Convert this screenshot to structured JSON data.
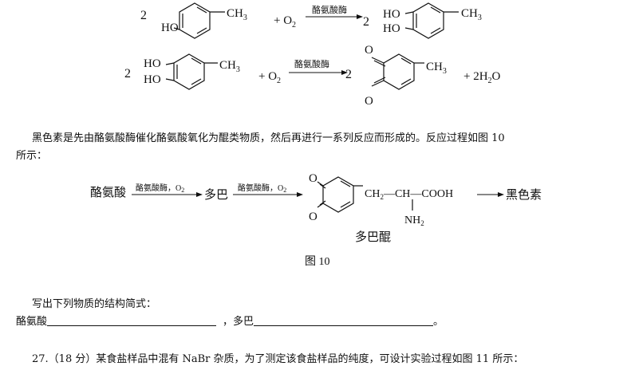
{
  "eq1": {
    "coef_left": "2",
    "ho": "HO",
    "ch3": "CH",
    "sub3": "3",
    "plus_o2": "+ O",
    "sub2": "2",
    "enzyme": "酪氨酸酶",
    "coef_right": "2",
    "ho1": "HO",
    "ho2": "HO",
    "ch3_r": "CH",
    "sub3_r": "3"
  },
  "eq2": {
    "coef_left": "2",
    "ho1": "HO",
    "ho2": "HO",
    "ch3": "CH",
    "sub3": "3",
    "plus_o2": "+ O",
    "sub2": "2",
    "enzyme": "酪氨酸酶",
    "coef_right": "2",
    "o1": "O",
    "o2": "O",
    "ch3_r": "CH",
    "sub3_r": "3",
    "plus_water": "+ 2H",
    "sub_h2": "2",
    "water_o": "O"
  },
  "paragraph": {
    "line1": "黑色素是先由酪氨酸酶催化酪氨酸氧化为醌类物质，然后再进行一系列反应而形成的。反应过程如图 10",
    "line2": "所示："
  },
  "figure10": {
    "start": "酪氨酸",
    "arrow1_label": "酪氨酸酶，O",
    "arrow1_sub": "2",
    "mid": "多巴",
    "arrow2_label": "酪氨酸酶，O",
    "arrow2_sub": "2",
    "o_top": "O",
    "o_bottom": "O",
    "chain": "CH",
    "chain_sub": "2",
    "dash1": "—",
    "ch": "CH",
    "dash2": "—",
    "cooh": "COOH",
    "nh": "NH",
    "nh_sub": "2",
    "end": "黑色素",
    "compound_name": "多巴醌",
    "caption": "图 10"
  },
  "question": {
    "prompt": "写出下列物质的结构简式：",
    "label1": "酪氨酸",
    "sep": "，多巴",
    "end_mark": "。"
  },
  "q27": {
    "text": "27.（18 分）某食盐样品中混有 NaBr 杂质，为了测定该食盐样品的纯度，可设计实验过程如图 11 所示："
  }
}
